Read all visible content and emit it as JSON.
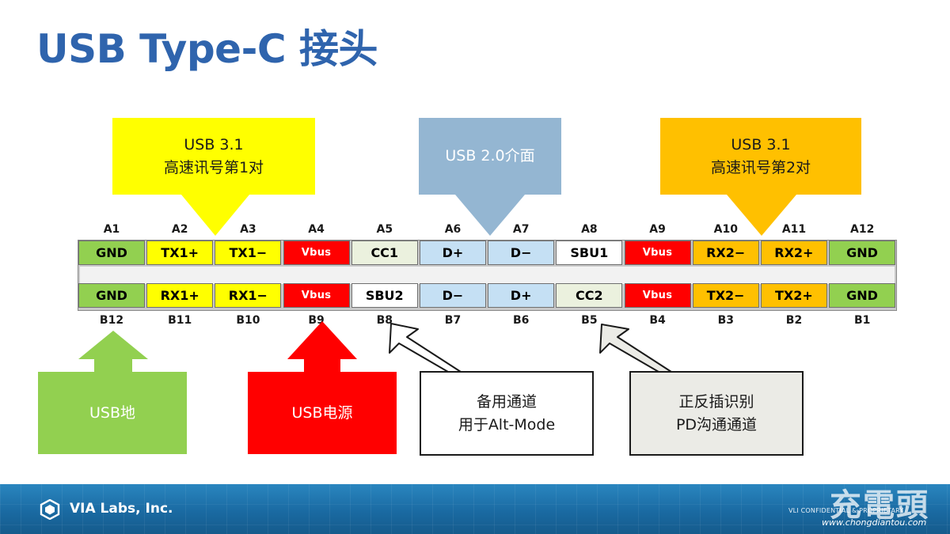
{
  "title": "USB Type-C 接头",
  "callouts": {
    "usb31_pair1": [
      "USB 3.1",
      "高速讯号第1对"
    ],
    "usb20": [
      "USB 2.0介面"
    ],
    "usb31_pair2": [
      "USB 3.1",
      "高速讯号第2对"
    ],
    "gnd": [
      "USB地"
    ],
    "vbus": [
      "USB电源"
    ],
    "sbu": [
      "备用通道",
      "用于Alt-Mode"
    ],
    "cc": [
      "正反插识别",
      "PD沟通通道"
    ]
  },
  "connector": {
    "top_labels": [
      "A1",
      "A2",
      "A3",
      "A4",
      "A5",
      "A6",
      "A7",
      "A8",
      "A9",
      "A10",
      "A11",
      "A12"
    ],
    "top_pins": [
      "GND",
      "TX1+",
      "TX1−",
      "Vbus",
      "CC1",
      "D+",
      "D−",
      "SBU1",
      "Vbus",
      "RX2−",
      "RX2+",
      "GND"
    ],
    "bottom_pins": [
      "GND",
      "RX1+",
      "RX1−",
      "Vbus",
      "SBU2",
      "D−",
      "D+",
      "CC2",
      "Vbus",
      "TX2−",
      "TX2+",
      "GND"
    ],
    "bottom_labels": [
      "B12",
      "B11",
      "B10",
      "B9",
      "B8",
      "B7",
      "B6",
      "B5",
      "B4",
      "B3",
      "B2",
      "B1"
    ]
  },
  "pin_colors": {
    "GND": "#92d050",
    "high_speed_1": "#ffff00",
    "Vbus": "#ff0000",
    "CC": "#ebf1de",
    "SBU": "#ffffff",
    "USB2": "#c5e0f4",
    "high_speed_2": "#ffc000"
  },
  "footer": {
    "company": "VIA Labs, Inc.",
    "confidential": "VLI CONFIDENTIAL & PROPRIETARY",
    "watermark_brand": "充電頭",
    "watermark_url": "www.chongdiantou.com",
    "logo_icon": "via-labs-logo-icon"
  }
}
